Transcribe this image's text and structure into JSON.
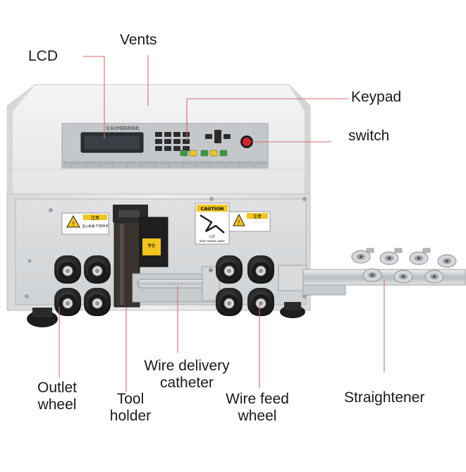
{
  "labels": {
    "lcd": "LCD",
    "vents": "Vents",
    "keypad": "Keypad",
    "switch": "switch",
    "outlet_wheel": [
      "Outlet",
      "wheel"
    ],
    "tool_holder": [
      "Tool",
      "holder"
    ],
    "wire_delivery_catheter": [
      "Wire delivery",
      "catheter"
    ],
    "wire_feed_wheel": [
      "Wire feed",
      "wheel"
    ],
    "straightener": "Straightener"
  },
  "panel": {
    "header_text": "全自动电脑剥线机"
  },
  "signs": {
    "caution_left": "注意",
    "caution_center": "CAUTION",
    "caution_right": "注意",
    "warning_text": "当心机械 严禁伸手",
    "cut_text": "CUT",
    "keep_hands_away": "KEEP HANDS AWAY",
    "tool_sticker": "警告"
  },
  "colors": {
    "body_top": "#eceeef",
    "body_front": "#e6e8ea",
    "panel": "#c9cccf",
    "wheel": "#2b2b2b",
    "yellow": "#f2c51c",
    "switch_red": "#d3222a",
    "leader_line": "#d86a6a"
  }
}
